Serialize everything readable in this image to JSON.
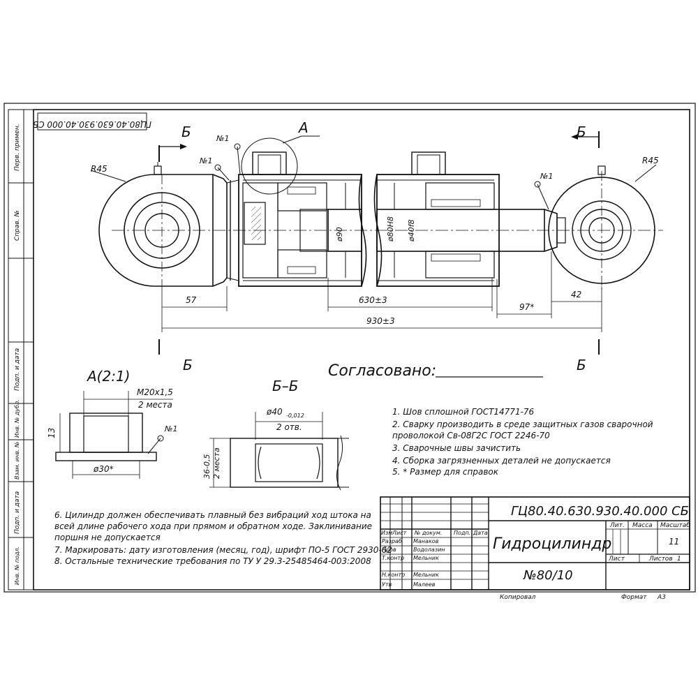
{
  "drawing": {
    "stamp_code_rotated": "ГЦ80.40.630.930.40.000 СБ",
    "section_marks": {
      "b": "Б",
      "a": "А"
    },
    "callouts": {
      "n1": "№1"
    },
    "radius_left": "R45",
    "radius_right": "R45",
    "diameters": {
      "d90": "ø90",
      "d80h8": "ø80H8",
      "d40f8": "ø40f8"
    },
    "dimensions": {
      "d57": "57",
      "d630": "630±3",
      "d930": "930±3",
      "d97": "97*",
      "d42": "42"
    },
    "agreed": "Согласовано:",
    "view_a": {
      "title": "А(2:1)",
      "thread": "М20х1,5",
      "places": "2 места",
      "height": "13",
      "dia": "ø30*",
      "callout": "№1"
    },
    "section_bb": {
      "title": "Б–Б",
      "dia": "ø40",
      "tol": "-0,012",
      "holes": "2 отв.",
      "width": "36-0,5",
      "places": "2 места"
    }
  },
  "notes": {
    "right": [
      "1. Шов сплошной  ГОСТ14771-76",
      "2. Сварку  производить  в  среде  защитных  газов  сварочной",
      "проволокой Св-08Г2С ГОСТ 2246-70",
      "3. Сварочные швы зачистить",
      "4. Сборка загрязненных деталей не допускается",
      "5.  * Размер для справок"
    ],
    "left": [
      "6. Цилиндр должен обеспечивать плавный без вибраций ход штока на",
      "всей  длине  рабочего хода при прямом и обратном ходе. Заклинивание",
      "поршня не допускается",
      "7.  Маркировать: дату изготовления (месяц, год), шрифт ПО-5 ГОСТ 2930-62",
      "8. Остальные технические требования по ТУ У 29.3-25485464-003:2008"
    ]
  },
  "side_strip": [
    "Перв. примен.",
    "Справ. №",
    "Подп. и дата",
    "Инв. № дубл.",
    "Взам. инв. №",
    "Подп. и дата",
    "Инв. № подл."
  ],
  "title_block": {
    "doc_code": "ГЦ80.40.630.930.40.000 СБ",
    "name": "Гидроцилиндр",
    "number": "№80/10",
    "headers": {
      "izm": "Изм",
      "list": "Лист",
      "ndoc": "№ докум.",
      "podp": "Подп.",
      "data": "Дата"
    },
    "roles": [
      {
        "role": "Разраб",
        "person": "Манаков"
      },
      {
        "role": "Пров",
        "person": "Водолазин"
      },
      {
        "role": "Т.контр",
        "person": "Мельник"
      },
      {
        "role": "",
        "person": ""
      },
      {
        "role": "Н.контр",
        "person": "Мельник"
      },
      {
        "role": "Утв",
        "person": "Малеев"
      }
    ],
    "lit": "Лит.",
    "mass": "Масса",
    "scale": "Масштаб",
    "scale_value": "11",
    "sheet": "Лист",
    "sheets": "Листов",
    "sheets_value": "1",
    "copied": "Копировал",
    "format": "Формат",
    "format_value": "А3"
  }
}
